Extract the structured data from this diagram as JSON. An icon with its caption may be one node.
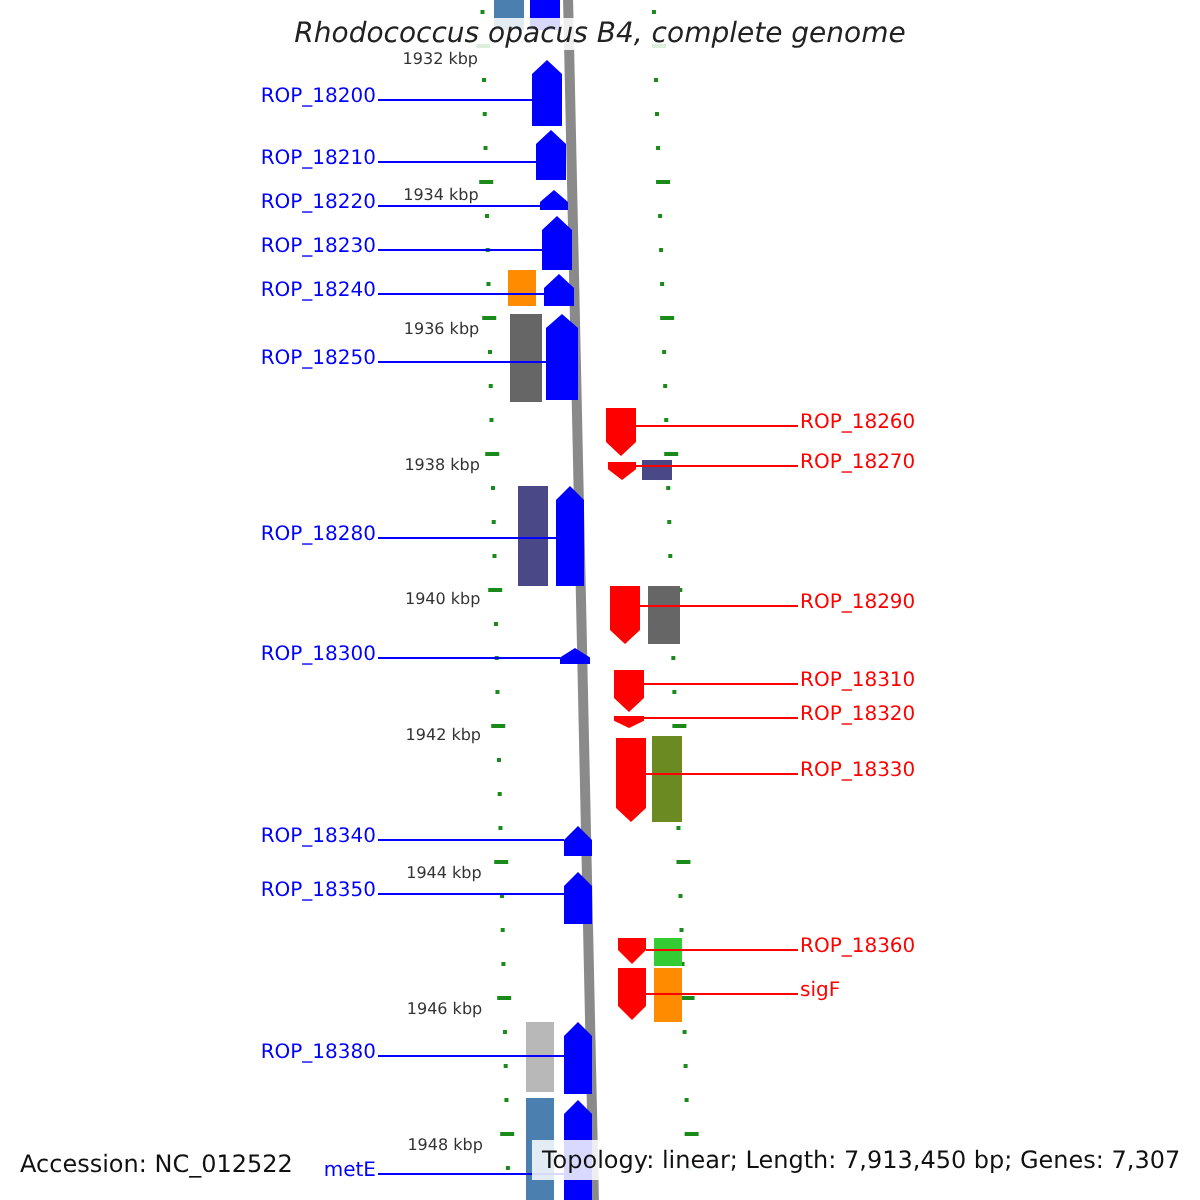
{
  "diagram": {
    "title": "Rhodococcus opacus B4, complete genome",
    "nodes": [
      {
        "text": [
          "ROP_18200"
        ]
      },
      {
        "text": [],
        "shape": "arrow"
      },
      {
        "text": [
          "ROP_18210"
        ]
      },
      {
        "text": [],
        "shape": "arrow"
      },
      {
        "text": [
          "ROP_18220"
        ]
      },
      {
        "text": [],
        "shape": "arrow"
      },
      {
        "text": [
          "ROP_18230"
        ]
      },
      {
        "text": [],
        "shape": "arrow"
      },
      {
        "text": [
          "ROP_18240"
        ]
      },
      {
        "text": [],
        "shape": "arrow"
      },
      {
        "text": [
          "ROP_18250"
        ]
      },
      {
        "text": [],
        "shape": "arrow"
      },
      {
        "text": [
          "ROP_18260"
        ]
      },
      {
        "text": [],
        "shape": "arrow"
      },
      {
        "text": [
          "ROP_18270"
        ]
      },
      {
        "text": [],
        "shape": "arrow"
      },
      {
        "text": [
          "ROP_18280"
        ]
      },
      {
        "text": [],
        "shape": "arrow"
      },
      {
        "text": [
          "ROP_18290"
        ]
      },
      {
        "text": [],
        "shape": "arrow"
      },
      {
        "text": [
          "ROP_18300"
        ]
      },
      {
        "text": [],
        "shape": "arrow"
      },
      {
        "text": [
          "ROP_18310"
        ]
      },
      {
        "text": [],
        "shape": "arrow"
      },
      {
        "text": [
          "ROP_18320"
        ]
      },
      {
        "text": [],
        "shape": "arrow"
      },
      {
        "text": [
          "ROP_18330"
        ]
      },
      {
        "text": [],
        "shape": "arrow"
      },
      {
        "text": [
          "ROP_18340"
        ]
      },
      {
        "text": [],
        "shape": "arrow"
      },
      {
        "text": [
          "ROP_18350"
        ]
      },
      {
        "text": [],
        "shape": "arrow"
      },
      {
        "text": [
          "ROP_18360"
        ]
      },
      {
        "text": [],
        "shape": "arrow"
      },
      {
        "text": [
          "sigF"
        ]
      },
      {
        "text": [],
        "shape": "arrow"
      },
      {
        "text": [
          "ROP_18380"
        ]
      },
      {
        "text": [],
        "shape": "arrow"
      },
      {
        "text": [
          "metE"
        ]
      },
      {
        "text": [],
        "shape": "arrow"
      }
    ],
    "edges": [
      {
        "from": 0,
        "to": 1,
        "arrow": "none"
      },
      {
        "from": 2,
        "to": 3,
        "arrow": "none"
      },
      {
        "from": 4,
        "to": 5,
        "arrow": "none"
      },
      {
        "from": 6,
        "to": 7,
        "arrow": "none"
      },
      {
        "from": 8,
        "to": 9,
        "arrow": "none"
      },
      {
        "from": 10,
        "to": 11,
        "arrow": "none"
      },
      {
        "from": 12,
        "to": 13,
        "arrow": "none",
        "color": "#ff0000"
      },
      {
        "from": 14,
        "to": 15,
        "arrow": "none",
        "color": "#ff0000"
      },
      {
        "from": 16,
        "to": 17,
        "arrow": "none"
      },
      {
        "from": 18,
        "to": 19,
        "arrow": "none",
        "color": "#ff0000"
      },
      {
        "from": 20,
        "to": 21,
        "arrow": "none"
      },
      {
        "from": 22,
        "to": 23,
        "arrow": "none",
        "color": "#ff0000"
      },
      {
        "from": 24,
        "to": 25,
        "arrow": "none",
        "color": "#ff0000"
      },
      {
        "from": 26,
        "to": 27,
        "arrow": "none",
        "color": "#ff0000"
      },
      {
        "from": 28,
        "to": 29,
        "arrow": "none"
      },
      {
        "from": 30,
        "to": 31,
        "arrow": "none"
      },
      {
        "from": 32,
        "to": 33,
        "arrow": "none",
        "color": "#ff0000"
      },
      {
        "from": 34,
        "to": 35,
        "arrow": "none",
        "color": "#ff0000"
      },
      {
        "from": 36,
        "to": 37,
        "arrow": "none"
      },
      {
        "from": 38,
        "to": 39,
        "arrow": "none"
      }
    ],
    "labels": [
      "1932 kbp",
      "1934 kbp",
      "1936 kbp",
      "1938 kbp",
      "1940 kbp",
      "1942 kbp",
      "1944 kbp",
      "1946 kbp",
      "1948 kbp",
      "Accession: NC_012522",
      "Topology: linear; Length: 7,913,450 bp; Genes: 7,307"
    ]
  }
}
